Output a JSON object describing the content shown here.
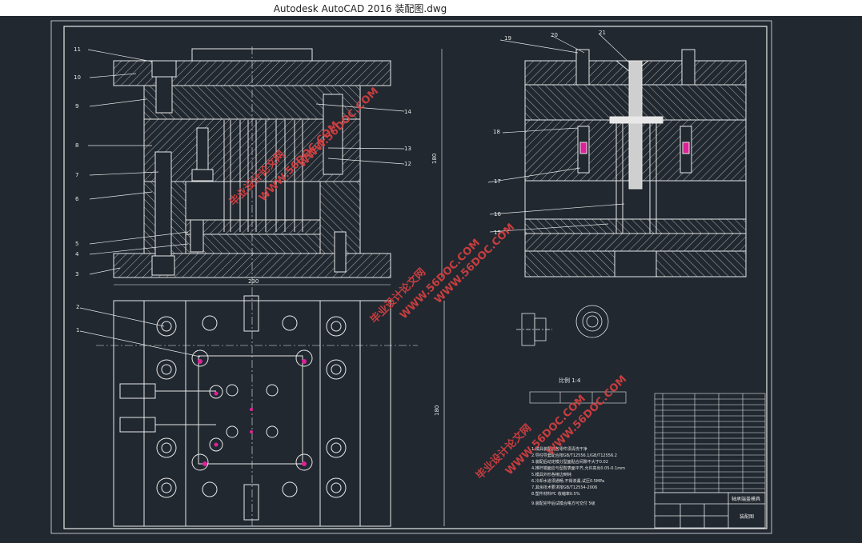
{
  "window": {
    "title": "Autodesk AutoCAD 2016     装配图.dwg"
  },
  "callouts": {
    "front": [
      "11",
      "10",
      "9",
      "8",
      "7",
      "6",
      "5",
      "4",
      "3"
    ],
    "front_right": [
      "14",
      "13",
      "12"
    ],
    "side": [
      "19",
      "20",
      "21",
      "18",
      "17",
      "16",
      "15"
    ],
    "plan": [
      "2",
      "1"
    ]
  },
  "dims": {
    "width_main": "230",
    "height_main": "180",
    "height_plan": "180",
    "scale": "比例 1:4"
  },
  "watermark": {
    "cn": "毕业设计论文网",
    "url": "WWW.56DOC.COM"
  },
  "title_block": {
    "drawing_name": "轴承端盖模具",
    "label": "装配图"
  },
  "notes": [
    "1.模具装配前各零件须清洗干净",
    "2.导柱导套配合按GB/T12556.1/GB/T12556.2",
    "3.装配后动定模分型面贴合间隙不大于0.02",
    "4.推杆端面应与型腔表面平齐,允许高出0.05-0.1mm",
    "5.模具外形各棱边倒钝",
    "6.冷却水道须通畅,不得渗漏,试压0.5MPa",
    "7.其余技术要求按GB/T12554-2006",
    "8.塑件材料PC 收缩率0.5%",
    "9.装配完毕后试模合格方可交付 5级"
  ],
  "colors": {
    "line": "#e8e8e8",
    "hatch": "#d8d8d8",
    "accent": "#e0209a",
    "watermark": "#d94040",
    "bg": "#212830"
  }
}
